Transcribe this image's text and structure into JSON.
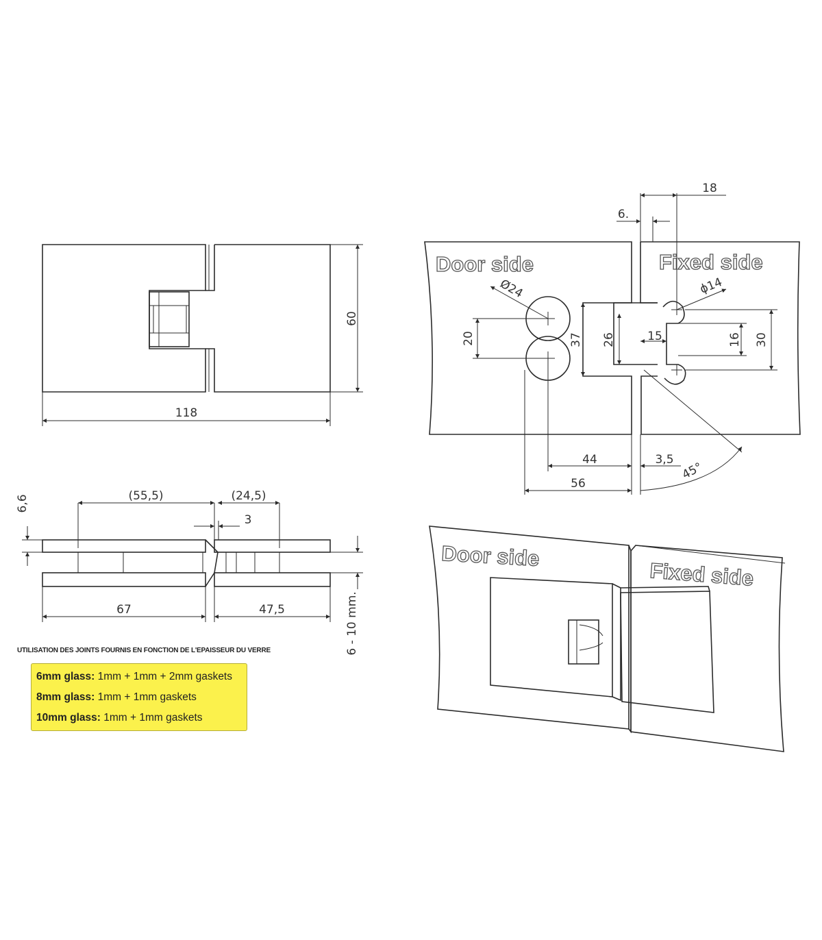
{
  "front_view": {
    "width_dim": "118",
    "height_dim": "60"
  },
  "section_view": {
    "dim_a": "(55,5)",
    "dim_b": "(24,5)",
    "dim_gap": "3",
    "dim_left": "6,6",
    "dim_width_left": "67",
    "dim_width_right": "47,5",
    "dim_glass": "6 - 10 mm."
  },
  "cutout_view": {
    "door_label": "Door side",
    "fixed_label": "Fixed side",
    "dim_18": "18",
    "dim_6": "6.",
    "dim_d24": "Ø24",
    "dim_d14": "ϕ14",
    "dim_20": "20",
    "dim_37": "37",
    "dim_26": "26",
    "dim_15": "15",
    "dim_16": "16",
    "dim_30": "30",
    "dim_44": "44",
    "dim_56": "56",
    "dim_35": "3,5",
    "dim_45deg": "45°"
  },
  "iso_view": {
    "door_label": "Door side",
    "fixed_label": "Fixed side"
  },
  "note": {
    "title": "UTILISATION DES JOINTS FOURNIS EN FONCTION DE L'EPAISSEUR DU VERRE",
    "rows": [
      {
        "glass": "6mm glass:",
        "gaskets": "1mm + 1mm + 2mm gaskets"
      },
      {
        "glass": "8mm glass:",
        "gaskets": "1mm + 1mm gaskets"
      },
      {
        "glass": "10mm glass:",
        "gaskets": "1mm + 1mm gaskets"
      }
    ]
  },
  "colors": {
    "highlight": "#fbf14c",
    "line": "#2b2b2b"
  }
}
